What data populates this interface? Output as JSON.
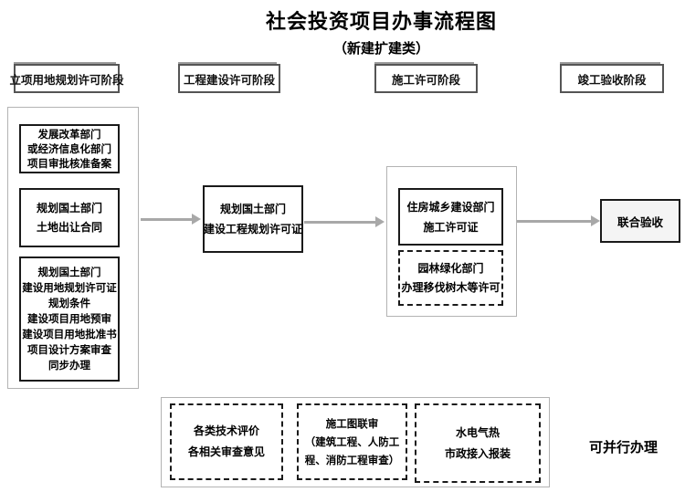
{
  "title": "社会投资项目办事流程图",
  "subtitle": "（新建扩建类）",
  "stages": [
    {
      "label": "立项用地规划许可阶段"
    },
    {
      "label": "工程建设许可阶段"
    },
    {
      "label": "施工许可阶段"
    },
    {
      "label": "竣工验收阶段"
    }
  ],
  "boxes": {
    "approval": {
      "lines": [
        "发展改革部门",
        "或经济信息化部门",
        "项目审批核准备案"
      ]
    },
    "land_contract": {
      "lines": [
        "规划国土部门",
        "土地出让合同"
      ]
    },
    "land_permit": {
      "lines": [
        "规划国土部门",
        "建设用地规划许可证",
        "规划条件",
        "建设项目用地预审",
        "建设项目用地批准书",
        "项目设计方案审查",
        "同步办理"
      ]
    },
    "construction_permit": {
      "lines": [
        "规划国土部门",
        "建设工程规划许可证"
      ]
    },
    "work_permit": {
      "lines": [
        "住房城乡建设部门",
        "施工许可证"
      ]
    },
    "tree_permit": {
      "lines": [
        "园林绿化部门",
        "办理移伐树木等许可"
      ]
    },
    "joint_acceptance": {
      "label": "联合验收"
    },
    "tech_eval": {
      "lines": [
        "各类技术评价",
        "各相关审查意见"
      ]
    },
    "drawing_review": {
      "lines": [
        "施工图联审",
        "（建筑工程、人防工",
        "程、消防工程审查）"
      ]
    },
    "utility": {
      "lines": [
        "水电气热",
        "市政接入报装"
      ]
    }
  },
  "parallel_note": "可并行办理",
  "colors": {
    "arrow": "#a8a8a8",
    "box_border": "#1a1a1a",
    "group_border": "#b3b3b3",
    "stage_border": "#555555",
    "joint_acceptance_fill": "#f4f4f4",
    "text": "#000000",
    "background": "#ffffff"
  }
}
